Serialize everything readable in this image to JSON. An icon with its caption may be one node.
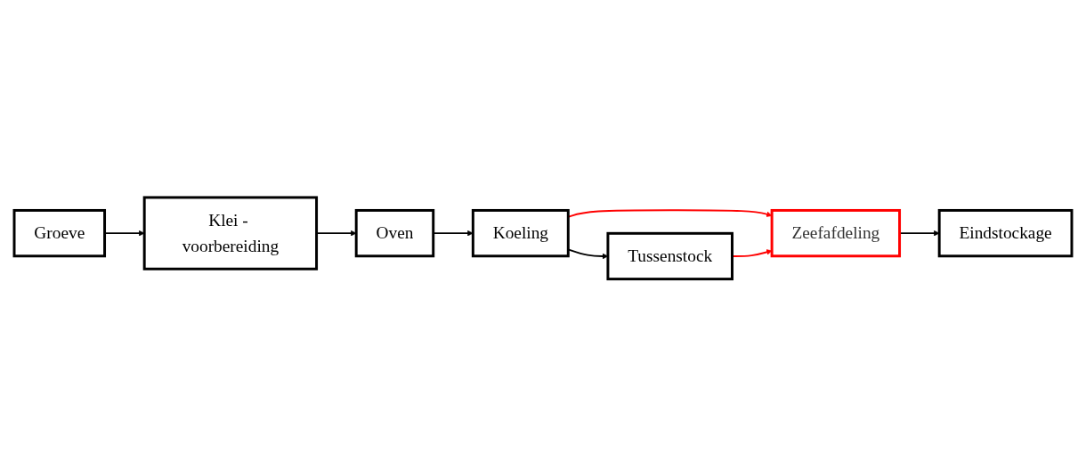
{
  "diagram": {
    "nodes": [
      {
        "text": [
          "Groeve"
        ]
      },
      {
        "text": [
          "Klei - voorbereiding"
        ]
      },
      {
        "text": [
          "Oven"
        ]
      },
      {
        "text": [
          "Koeling"
        ]
      },
      {
        "text": [
          "Tussenstock"
        ]
      },
      {
        "text": [
          "Zeefafdeling"
        ]
      },
      {
        "text": [
          "Eindstockage"
        ]
      }
    ],
    "edges": [
      {
        "from": 0,
        "to": 1,
        "arrow": "to"
      },
      {
        "from": 1,
        "to": 2,
        "arrow": "to"
      },
      {
        "from": 2,
        "to": 3,
        "arrow": "to"
      },
      {
        "from": 3,
        "to": 4,
        "arrow": "to"
      },
      {
        "from": 3,
        "to": 5,
        "arrow": "to",
        "color": "#ff0000"
      },
      {
        "from": 4,
        "to": 5,
        "arrow": "to",
        "color": "#ff0000"
      },
      {
        "from": 5,
        "to": 6,
        "arrow": "to"
      }
    ]
  }
}
